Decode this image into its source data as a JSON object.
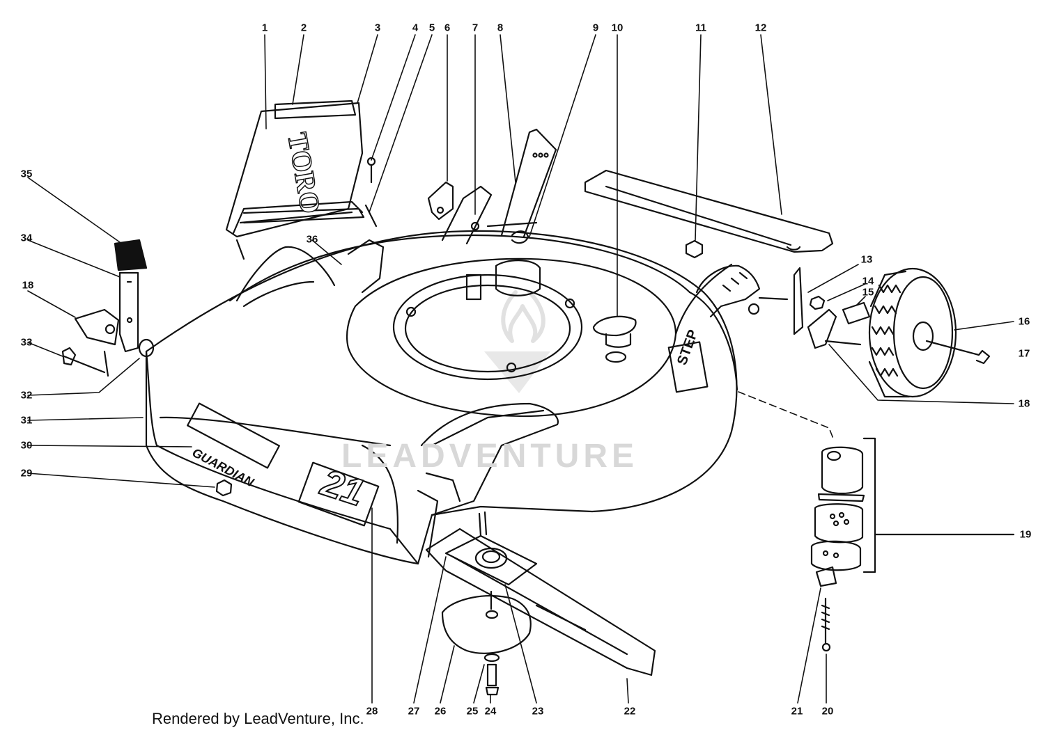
{
  "diagram": {
    "callouts": [
      {
        "id": "c1",
        "label": "1"
      },
      {
        "id": "c2",
        "label": "2"
      },
      {
        "id": "c3",
        "label": "3"
      },
      {
        "id": "c4",
        "label": "4"
      },
      {
        "id": "c5",
        "label": "5"
      },
      {
        "id": "c6",
        "label": "6"
      },
      {
        "id": "c7",
        "label": "7"
      },
      {
        "id": "c8",
        "label": "8"
      },
      {
        "id": "c9",
        "label": "9"
      },
      {
        "id": "c10",
        "label": "10"
      },
      {
        "id": "c11",
        "label": "11"
      },
      {
        "id": "c12",
        "label": "12"
      },
      {
        "id": "c13",
        "label": "13"
      },
      {
        "id": "c14",
        "label": "14"
      },
      {
        "id": "c15",
        "label": "15"
      },
      {
        "id": "c16",
        "label": "16"
      },
      {
        "id": "c17",
        "label": "17"
      },
      {
        "id": "c18a",
        "label": "18"
      },
      {
        "id": "c18b",
        "label": "18"
      },
      {
        "id": "c19",
        "label": "19"
      },
      {
        "id": "c20",
        "label": "20"
      },
      {
        "id": "c21",
        "label": "21"
      },
      {
        "id": "c22",
        "label": "22"
      },
      {
        "id": "c23",
        "label": "23"
      },
      {
        "id": "c24",
        "label": "24"
      },
      {
        "id": "c25",
        "label": "25"
      },
      {
        "id": "c26",
        "label": "26"
      },
      {
        "id": "c27",
        "label": "27"
      },
      {
        "id": "c28",
        "label": "28"
      },
      {
        "id": "c29",
        "label": "29"
      },
      {
        "id": "c30",
        "label": "30"
      },
      {
        "id": "c31",
        "label": "31"
      },
      {
        "id": "c32",
        "label": "32"
      },
      {
        "id": "c33",
        "label": "33"
      },
      {
        "id": "c34",
        "label": "34"
      },
      {
        "id": "c35",
        "label": "35"
      },
      {
        "id": "c36",
        "label": "36"
      }
    ],
    "decals": {
      "brand": "TORO",
      "model": "GUARDIAN",
      "size": "21",
      "step": "STEP"
    }
  },
  "watermark": "LEADVENTURE",
  "credit": "Rendered by LeadVenture, Inc.",
  "colors": {
    "ink": "#111111",
    "watermark": "#d8d8d8"
  }
}
